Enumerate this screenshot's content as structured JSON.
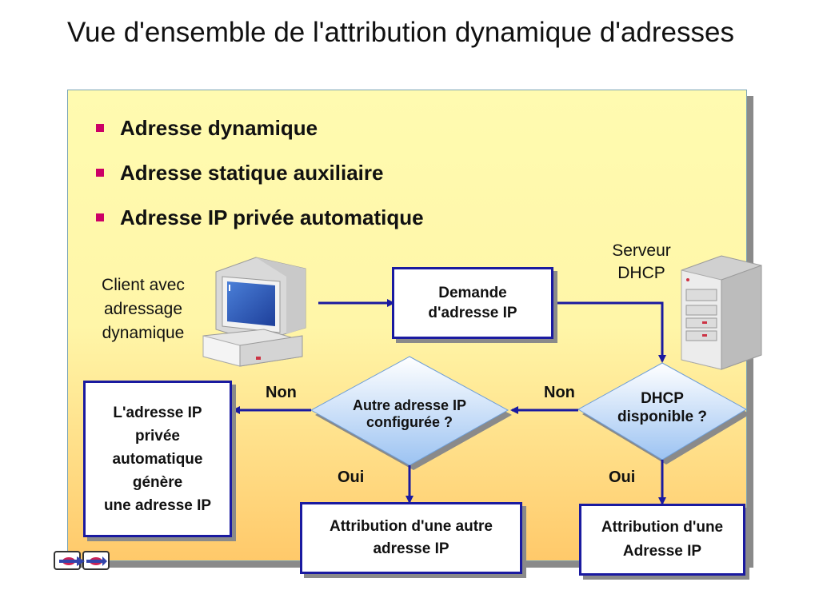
{
  "title": "Vue d'ensemble de l'attribution dynamique d'adresses",
  "bullets": [
    "Adresse dynamique",
    "Adresse statique auxiliaire",
    "Adresse IP privée automatique"
  ],
  "labels": {
    "client_line1": "Client avec",
    "client_line2": "adressage",
    "client_line3": "dynamique",
    "server_line1": "Serveur",
    "server_line2": "DHCP"
  },
  "boxes": {
    "request_line1": "Demande",
    "request_line2": "d'adresse IP",
    "apipa_line1": "L'adresse IP",
    "apipa_line2": "privée",
    "apipa_line3": "automatique",
    "apipa_line4": "génère",
    "apipa_line5": "une adresse IP",
    "alt_line1": "Attribution d'une autre",
    "alt_line2": "adresse IP",
    "assign_line1": "Attribution d'une",
    "assign_line2": "Adresse IP"
  },
  "diamonds": {
    "other_line1": "Autre adresse IP",
    "other_line2": "configurée ?",
    "dhcp_line1": "DHCP",
    "dhcp_line2": "disponible ?"
  },
  "edges": {
    "no_left": "Non",
    "no_right": "Non",
    "yes_left": "Oui",
    "yes_right": "Oui"
  },
  "colors": {
    "box_border": "#1a1aa0",
    "arrow": "#1a1aa0",
    "bullet": "#cc0066",
    "panel_top": "#fffbb0",
    "panel_bottom": "#ffc96a"
  },
  "icons": [
    "computer-icon",
    "server-icon",
    "nav-arrows-icon"
  ]
}
